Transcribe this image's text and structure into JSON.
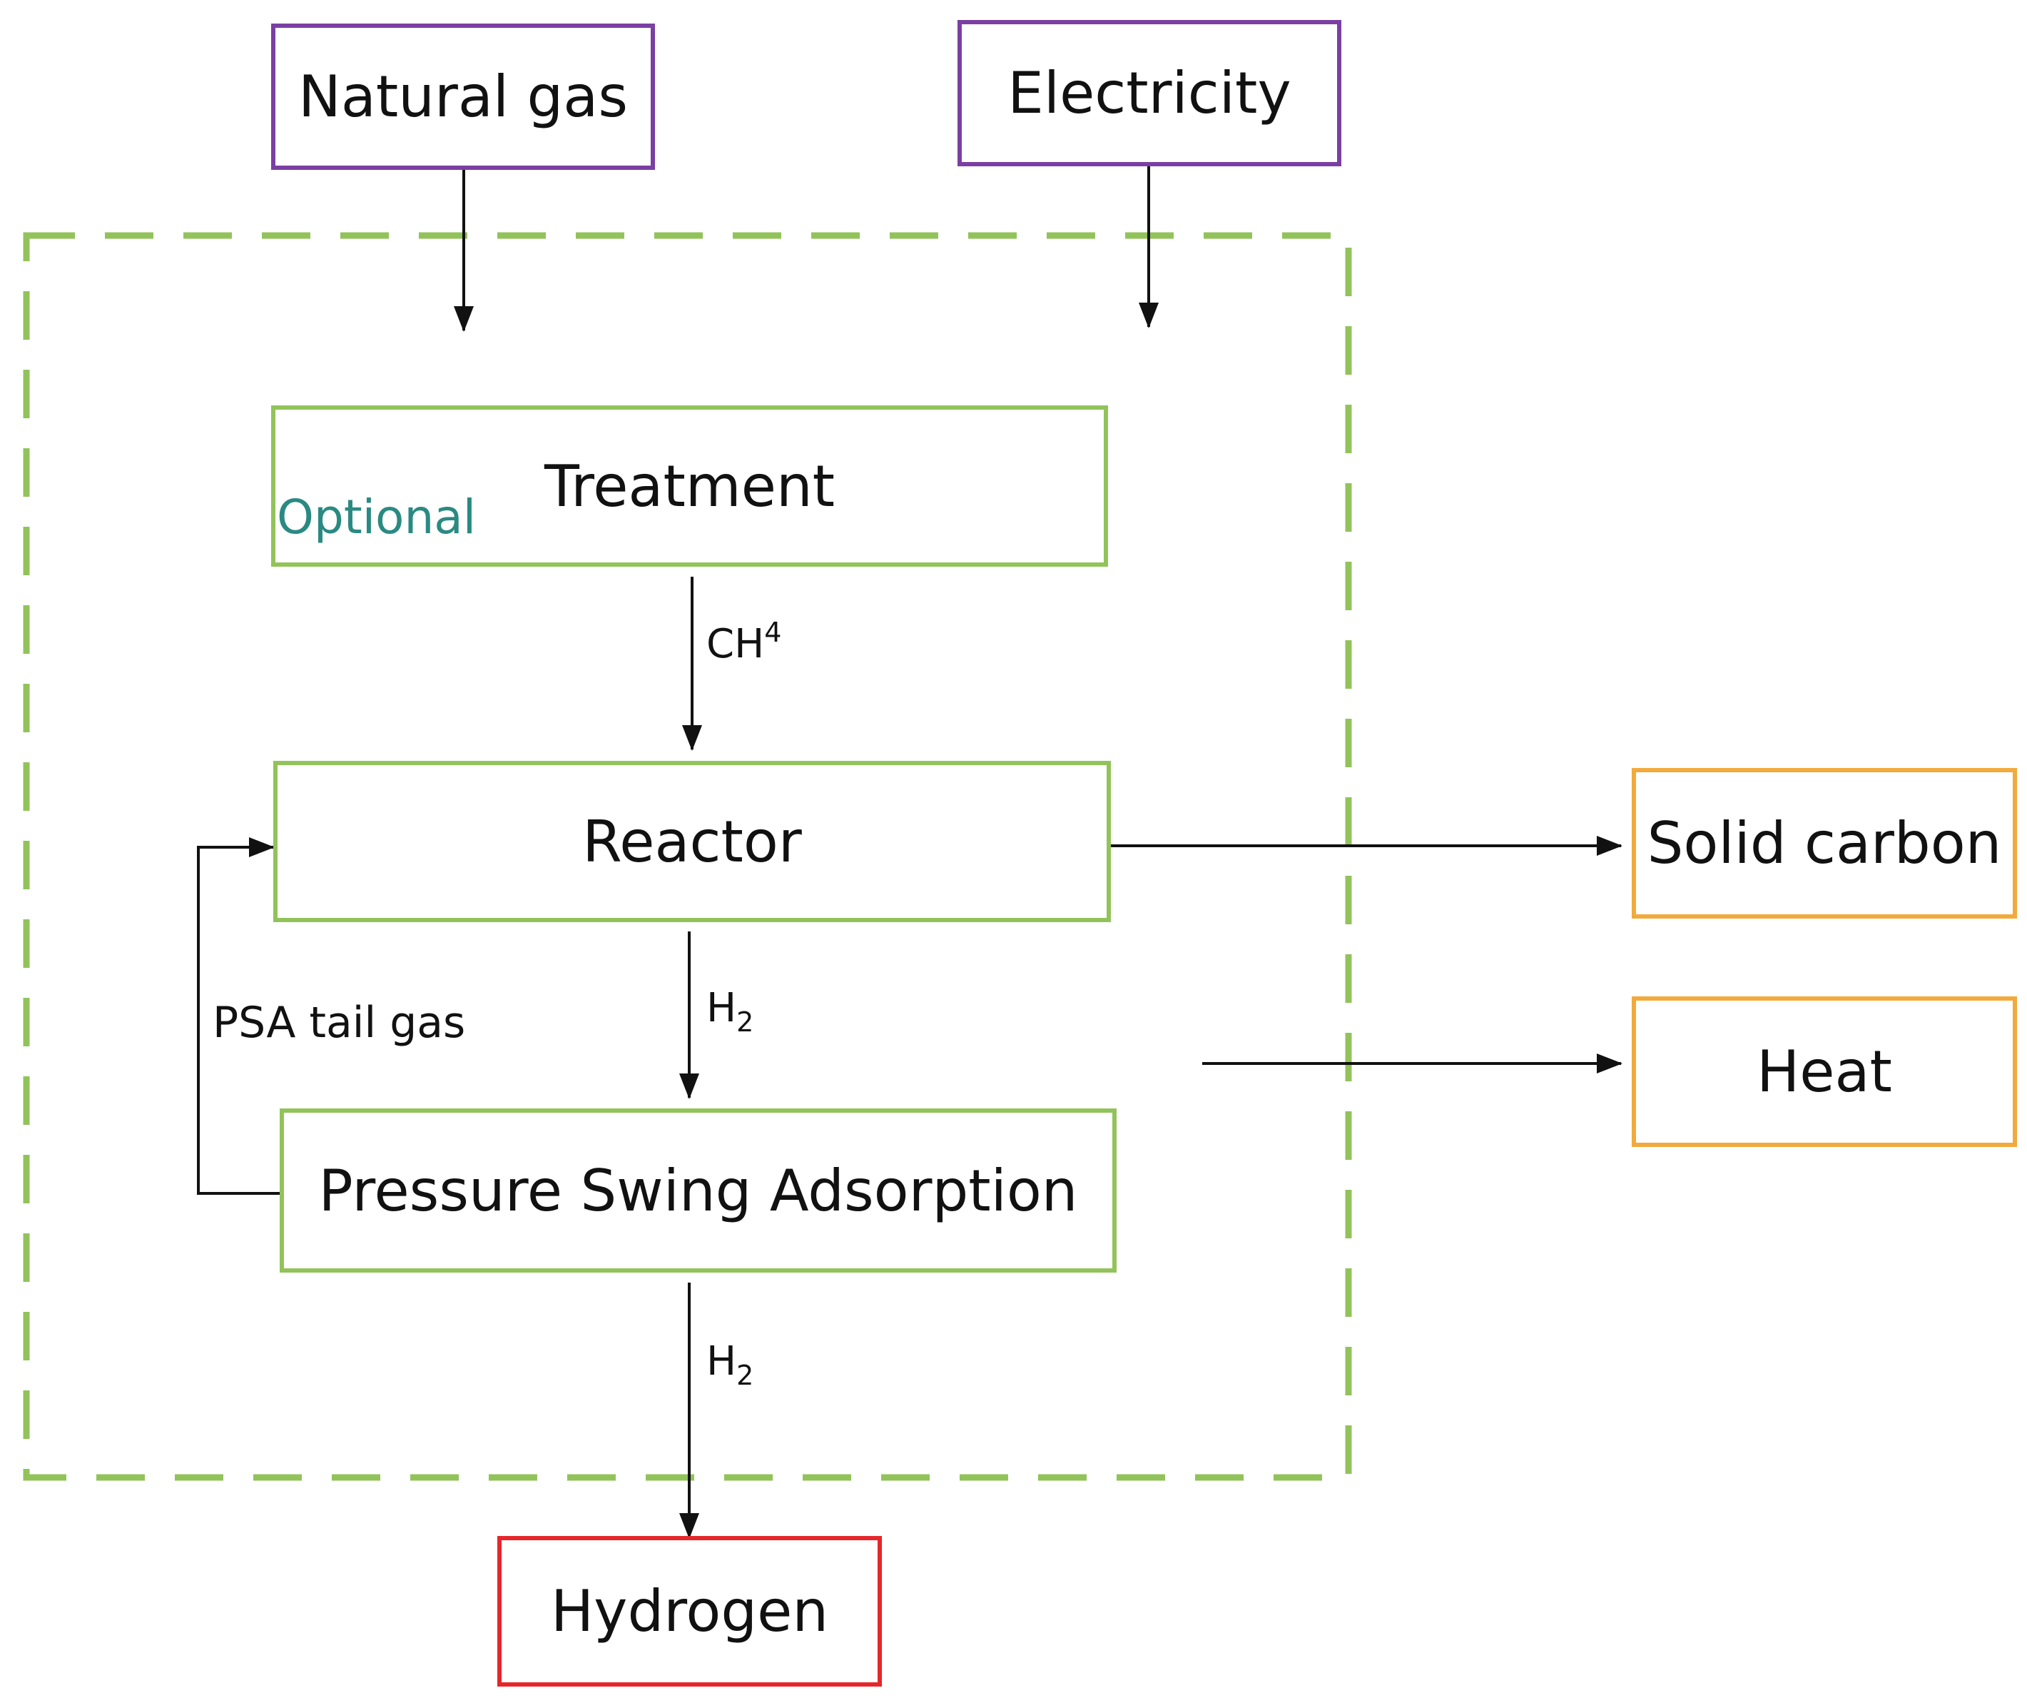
{
  "colors": {
    "source": "#7b3fa4",
    "process": "#92c35a",
    "byproduct": "#f2aa3c",
    "product": "#e5272b",
    "optional_text": "#2a8a82",
    "arrow": "#111111"
  },
  "inputs": {
    "natural_gas": "Natural gas",
    "electricity": "Electricity"
  },
  "process": {
    "optional_label": "Optional",
    "treatment": "Treatment",
    "reactor": "Reactor",
    "psa": "Pressure Swing Adsorption"
  },
  "flows": {
    "treatment_to_reactor": {
      "base": "CH",
      "sup": "4"
    },
    "reactor_to_psa": {
      "base": "H",
      "sub": "2"
    },
    "psa_to_hydrogen": {
      "base": "H",
      "sub": "2"
    },
    "recycle": "PSA tail gas"
  },
  "outputs": {
    "solid_carbon": "Solid carbon",
    "heat": "Heat",
    "hydrogen": "Hydrogen"
  }
}
